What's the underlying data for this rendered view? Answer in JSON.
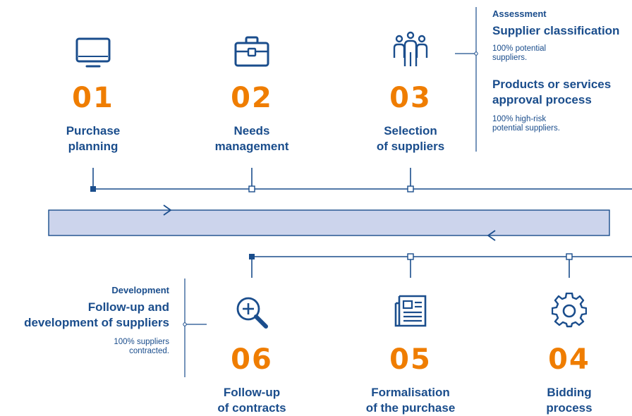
{
  "steps": {
    "s01": {
      "number": "01",
      "line1": "Purchase",
      "line2": "planning"
    },
    "s02": {
      "number": "02",
      "line1": "Needs",
      "line2": "management"
    },
    "s03": {
      "number": "03",
      "line1": "Selection",
      "line2": "of suppliers"
    },
    "s04": {
      "number": "04",
      "line1": "Bidding",
      "line2": "process"
    },
    "s05": {
      "number": "05",
      "line1": "Formalisation",
      "line2": "of the purchase"
    },
    "s06": {
      "number": "06",
      "line1": "Follow-up",
      "line2": "of contracts"
    }
  },
  "assessment": {
    "tag": "Assessment",
    "classification_title": "Supplier classification",
    "classification_note_1": "100% potential",
    "classification_note_2": "suppliers.",
    "approval_title_1": "Products or services",
    "approval_title_2": "approval process",
    "approval_note_1": "100% high-risk",
    "approval_note_2": "potential suppliers."
  },
  "development": {
    "tag": "Development",
    "title_1": "Follow-up and",
    "title_2": "development of suppliers",
    "note_1": "100% suppliers",
    "note_2": "contracted."
  },
  "colors": {
    "primary": "#1a4d8c",
    "accent": "#ef7d00",
    "band_fill": "#ccd4ec"
  },
  "icons": {
    "s01": "monitor-icon",
    "s02": "briefcase-icon",
    "s03": "people-icon",
    "s04": "gear-icon",
    "s05": "document-icon",
    "s06": "magnifier-plus-icon"
  }
}
